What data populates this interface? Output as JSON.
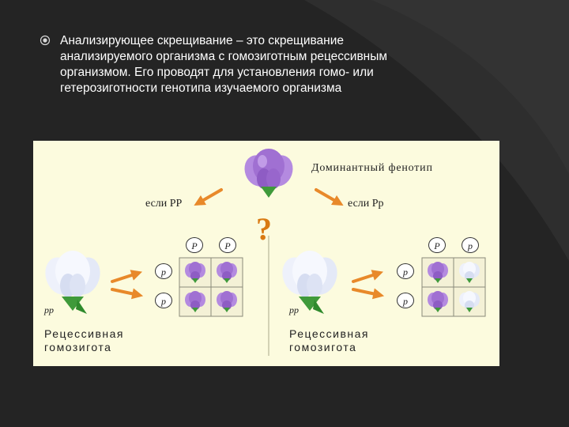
{
  "slide": {
    "background_color": "#242424",
    "bullet_icon": "circle-bullet-icon",
    "bullet_text": "Анализирующее скрещивание – это скрещивание\nанализируемого организма с гомозиготным  рецессивным\nорганизмом. Его проводят для установления гомо- или\nгетерозиготности генотипа изучаемого организма"
  },
  "figure": {
    "background_color": "#fcfbde",
    "dominant_label": "Доминантный фенотип",
    "question_mark": "?",
    "left": {
      "condition_label": "если PP",
      "genotype_label": "pp",
      "recessive_label": "Рецессивная\nгомозигота",
      "top_gametes": [
        "P",
        "P"
      ],
      "side_gametes": [
        "p",
        "p"
      ],
      "offspring_colors": [
        "purple",
        "purple",
        "purple",
        "purple"
      ]
    },
    "right": {
      "condition_label": "если Pp",
      "genotype_label": "pp",
      "recessive_label": "Рецессивная\nгомозигота",
      "top_gametes": [
        "P",
        "p"
      ],
      "side_gametes": [
        "p",
        "p"
      ],
      "offspring_colors": [
        "purple",
        "white",
        "purple",
        "white"
      ]
    },
    "colors": {
      "purple_flower": "#a878d8",
      "white_flower": "#e6eaf8",
      "arrow": "#e8892a",
      "leaf": "#3f9a3a"
    }
  }
}
